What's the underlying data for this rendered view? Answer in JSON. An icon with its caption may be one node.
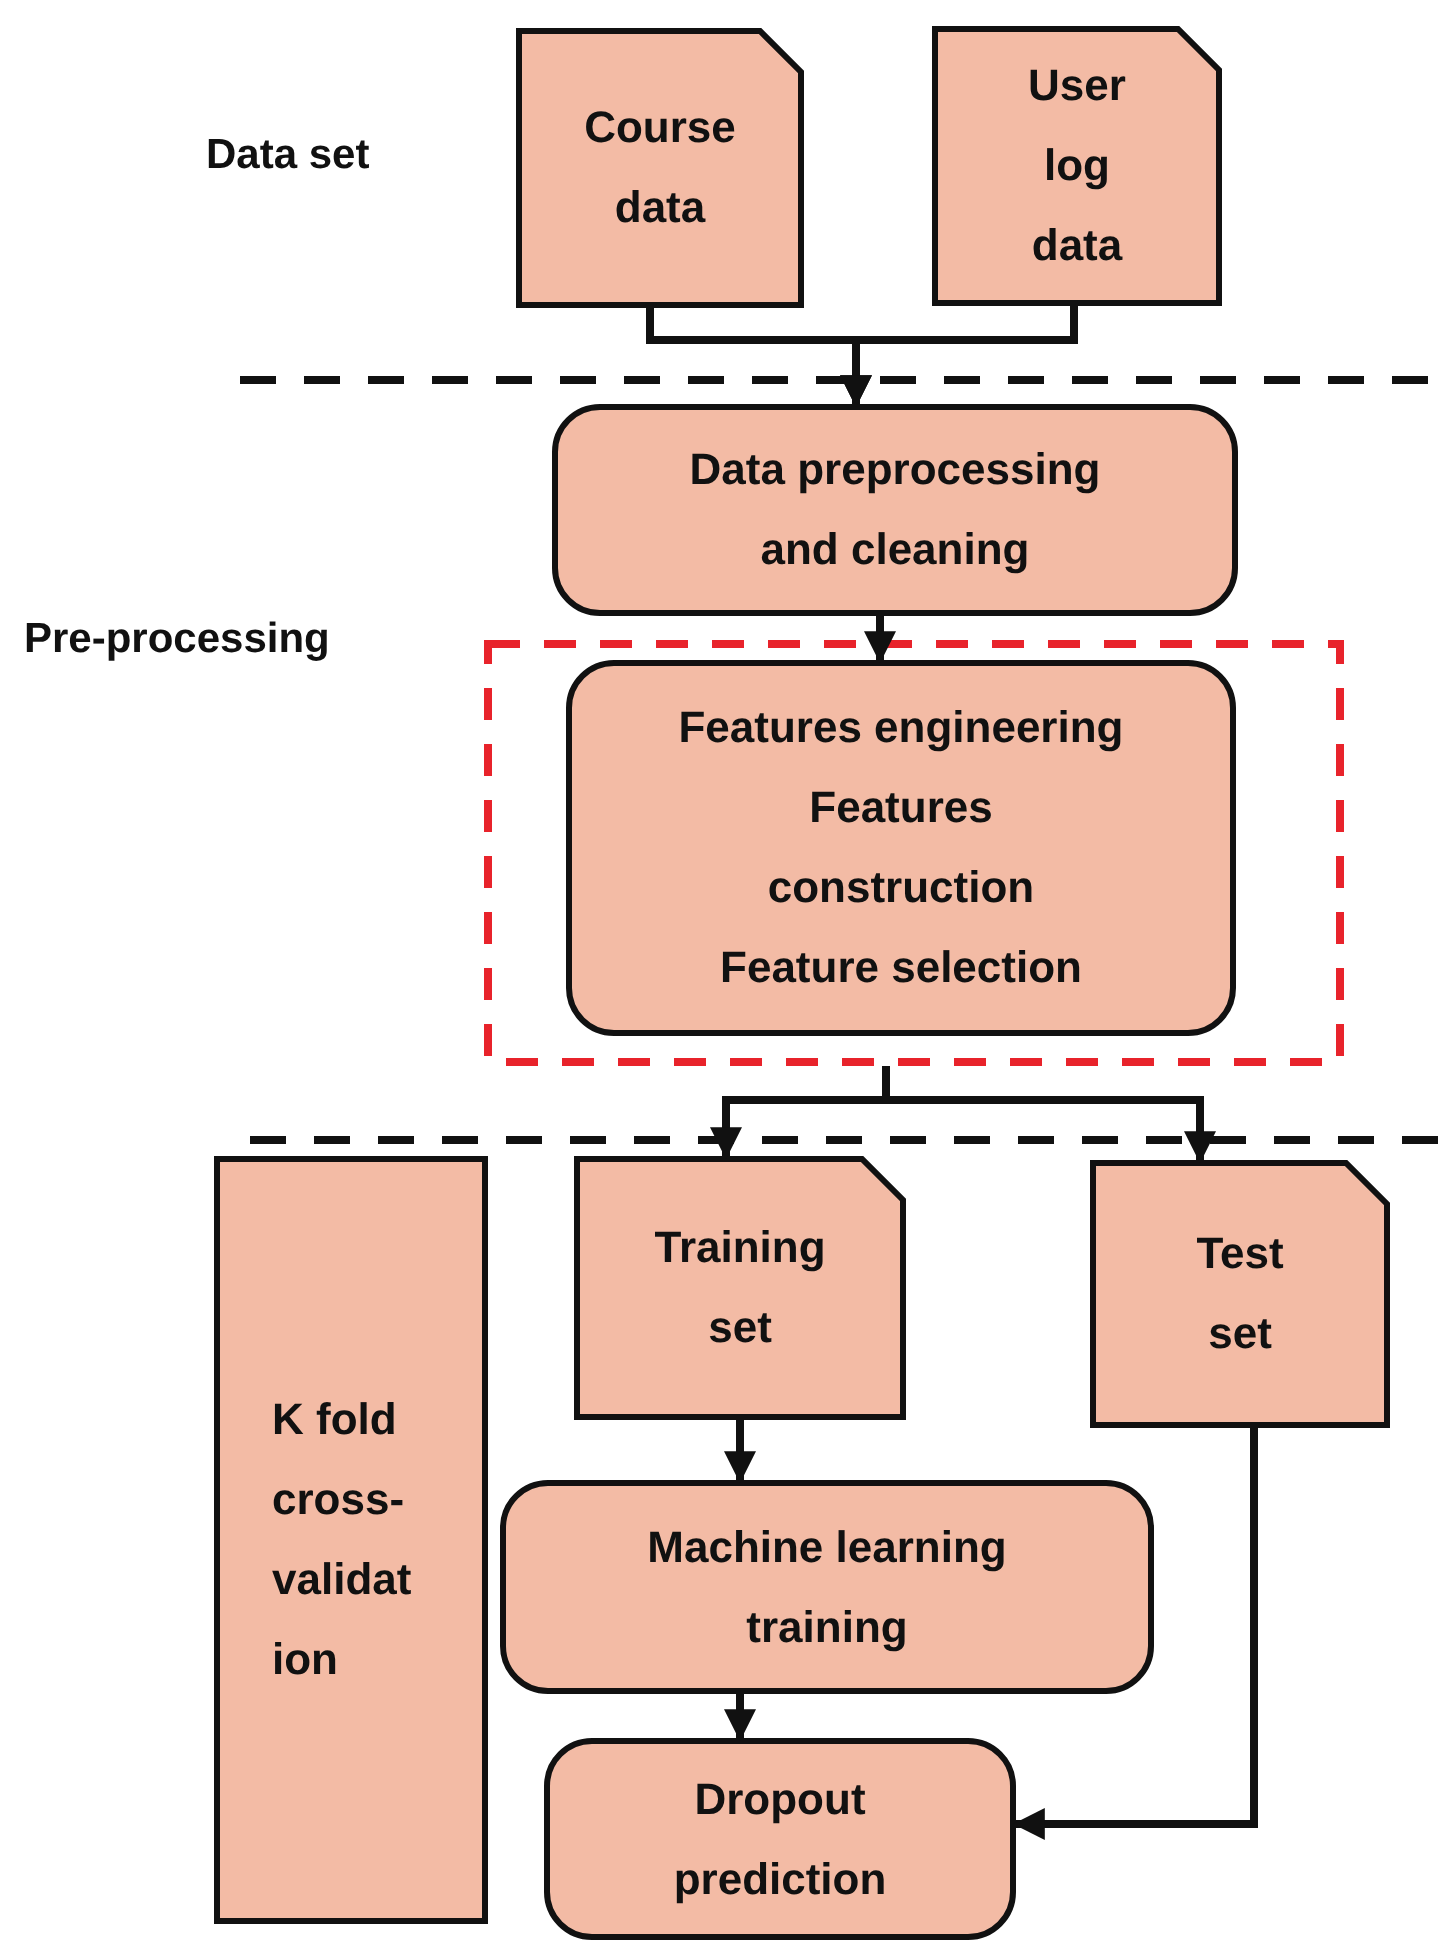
{
  "diagram": {
    "nodes": [
      {
        "text": [
          "Course data"
        ]
      },
      {
        "text": [
          "User log data"
        ]
      },
      {
        "text": [
          "Data preprocessing and cleaning"
        ]
      },
      {
        "text": [],
        "shape": "box"
      },
      {
        "text": [
          "Features engineering",
          "Features construction",
          "Feature selection"
        ],
        "in": 3
      },
      {
        "text": [
          "K fold cross- validat ion"
        ]
      },
      {
        "text": [
          "Training set"
        ]
      },
      {
        "text": [
          "Test set"
        ]
      },
      {
        "text": [
          "Machine learning training"
        ]
      },
      {
        "text": [
          "Dropout prediction"
        ]
      }
    ],
    "edges": [
      {
        "from": 0,
        "to": 2,
        "arrow": "to"
      },
      {
        "from": 1,
        "to": 2,
        "arrow": "to"
      },
      {
        "from": 2,
        "to": 4,
        "arrow": "to"
      },
      {
        "from": 3,
        "to": 6,
        "arrow": "to"
      },
      {
        "from": 3,
        "to": 7,
        "arrow": "to"
      },
      {
        "from": 6,
        "to": 8,
        "arrow": "to"
      },
      {
        "from": 8,
        "to": 9,
        "arrow": "to"
      },
      {
        "from": 7,
        "to": 9,
        "arrow": "to"
      }
    ],
    "labels": [
      "Data set",
      "Pre-processing"
    ]
  }
}
